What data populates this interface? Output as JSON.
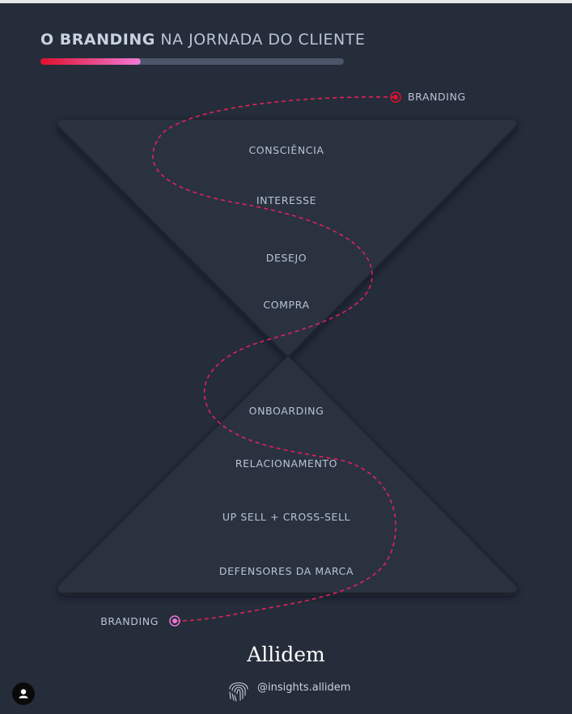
{
  "header": {
    "title_bold": "O BRANDING",
    "title_rest": " NA JORNADA DO CLIENTE",
    "progress_fraction": 0.33
  },
  "funnel_top": {
    "stages": [
      "CONSCIÊNCIA",
      "INTERESSE",
      "DESEJO",
      "COMPRA"
    ]
  },
  "funnel_bottom": {
    "stages": [
      "ONBOARDING",
      "RELACIONAMENTO",
      "UP SELL + CROSS-SELL",
      "DEFENSORES DA MARCA"
    ]
  },
  "path": {
    "start_label": "BRANDING",
    "end_label": "BRANDING"
  },
  "footer": {
    "brand": "Allidem",
    "handle": "@insights.allidem"
  },
  "colors": {
    "background": "#262d3a",
    "funnel": "#2a3240",
    "gradient_start": "#e0102c",
    "gradient_end": "#e67ad6",
    "track": "#4c566a"
  },
  "icons": {
    "fingerprint": "fingerprint-icon",
    "user": "user-icon"
  }
}
